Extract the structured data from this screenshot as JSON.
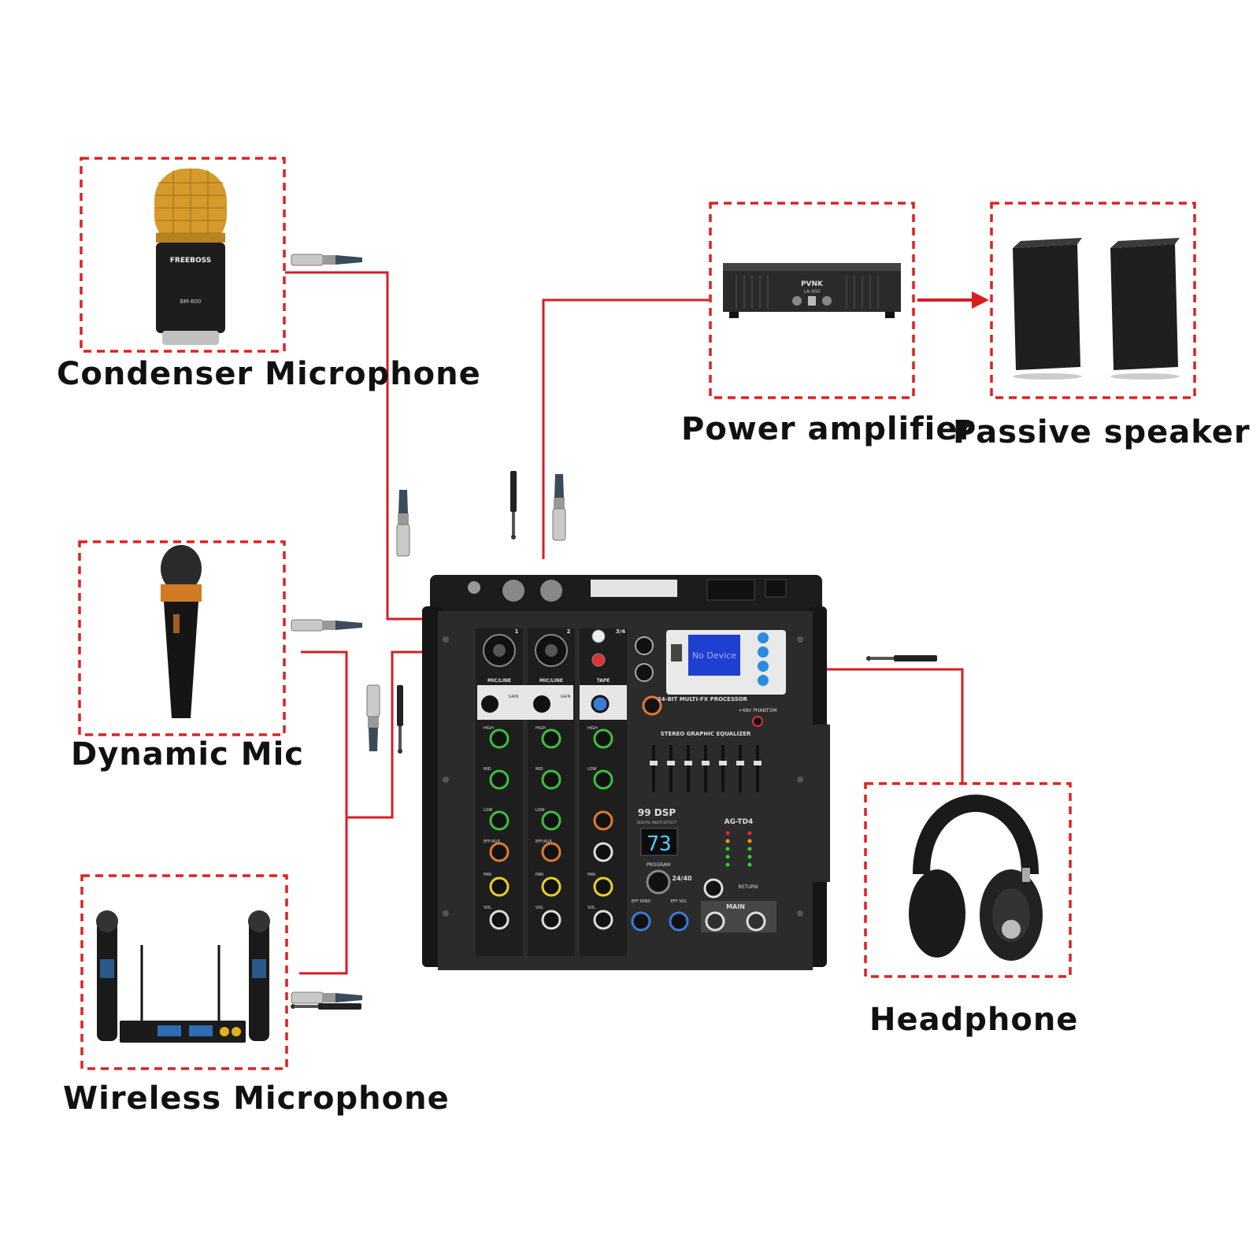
{
  "colors": {
    "cable": "#d51f22",
    "box_border": "#dd2222",
    "mixer_body": "#2b2b2b",
    "mic_gold": "#d69a2c"
  },
  "captions": {
    "condenser_mic": "Condenser Microphone",
    "dynamic_mic": "Dynamic Mic",
    "wireless_mic": "Wireless Microphone",
    "power_amp": "Power amplifier",
    "passive_speaker": "Passive speaker",
    "headphone": "Headphone"
  },
  "brand": {
    "mic": "FREEBOSS",
    "mic_model": "BM-800",
    "amp": "PVNK",
    "amp_model": "LA-900"
  },
  "mixer": {
    "model": "AG-TD4",
    "lcd_text": "No Device",
    "display_value": "73",
    "dsp_label": "99 DSP",
    "dsp_sub": "DIGITAL MULTI EFFECT",
    "dsp_bits": "24/40",
    "eq_title": "STEREO GRAPHIC EQUALIZER",
    "fx_title": "24-BIT MULTI-FX PROCESSOR",
    "phantom": "+48V PHANTOM",
    "main": "MAIN",
    "return": "RETURN",
    "program": "PROGRAM",
    "channels": [
      {
        "num": "1",
        "input": "MIC/LINE",
        "mid_label": "MID"
      },
      {
        "num": "2",
        "input": "MIC/LINE",
        "mid_label": "MID"
      },
      {
        "num": "3/4",
        "input": "TAPE",
        "mid_label": "LOW"
      }
    ],
    "knob_labels": [
      "GAIN",
      "HIGH",
      "MID",
      "LOW",
      "EFF/AUX",
      "PAN",
      "VOL"
    ],
    "bottom_labels": [
      "EFF SEND",
      "EFF VOL"
    ]
  }
}
